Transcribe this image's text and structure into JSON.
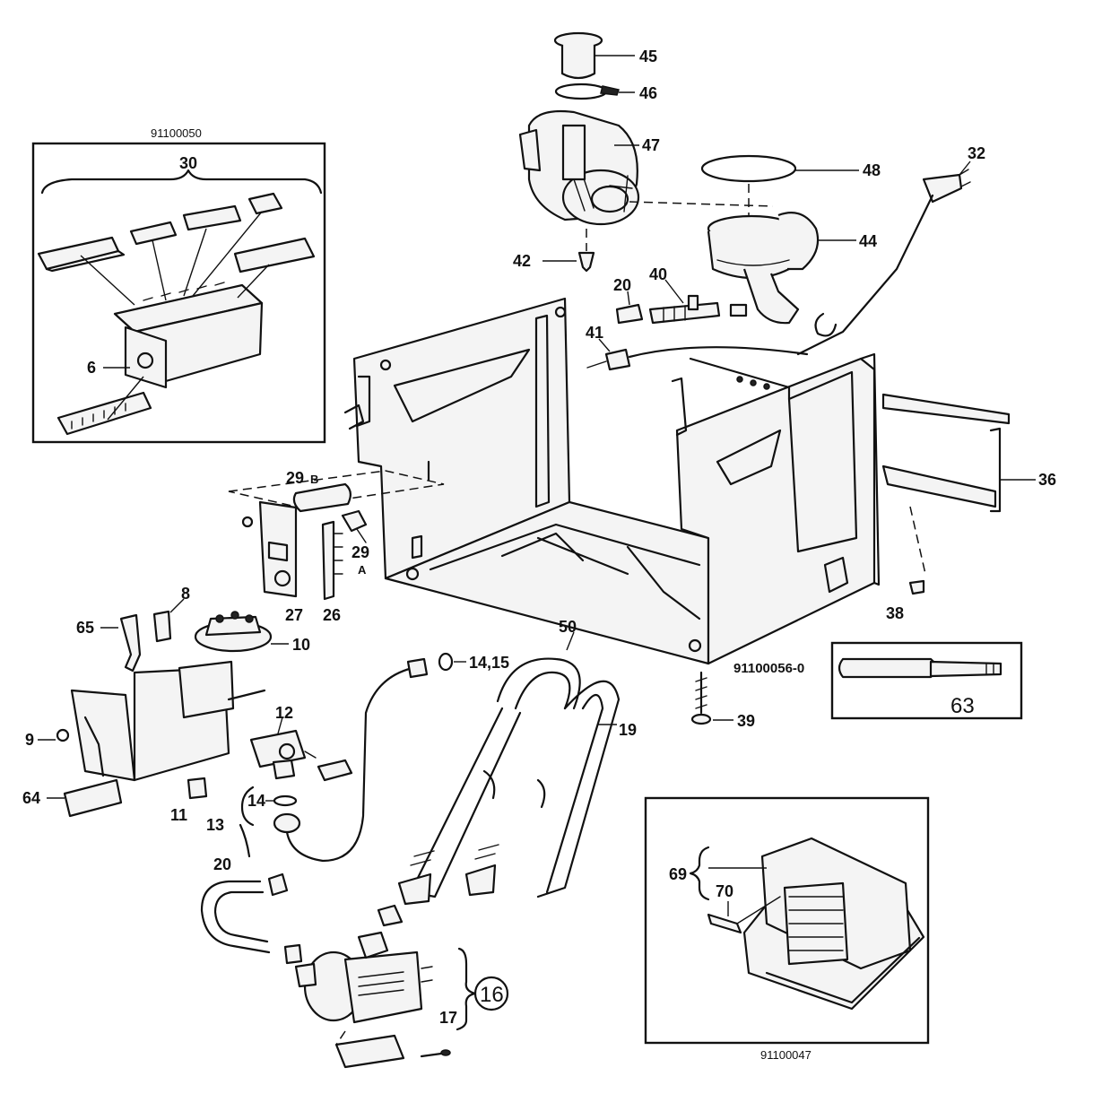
{
  "codes": {
    "electronics": "91100050",
    "tool": "91100056-0",
    "transformer": "91100047"
  },
  "labels": {
    "l30": "30",
    "l6": "6",
    "l45": "45",
    "l46": "46",
    "l47": "47",
    "l48": "48",
    "l44": "44",
    "l42": "42",
    "l32": "32",
    "l20a": "20",
    "l40": "40",
    "l41": "41",
    "l36": "36",
    "l38": "38",
    "l29b_num": "29",
    "l29b_suf": "B",
    "l29a_num": "29",
    "l29a_suf": "A",
    "l27": "27",
    "l26": "26",
    "l8": "8",
    "l65": "65",
    "l10": "10",
    "l1415": "14,15",
    "l50": "50",
    "l19": "19",
    "l9": "9",
    "l12": "12",
    "l64": "64",
    "l11": "11",
    "l14": "14",
    "l13": "13",
    "l39": "39",
    "l63": "63",
    "l20b": "20",
    "l16": "16",
    "l17": "17",
    "l69": "69",
    "l70": "70"
  }
}
